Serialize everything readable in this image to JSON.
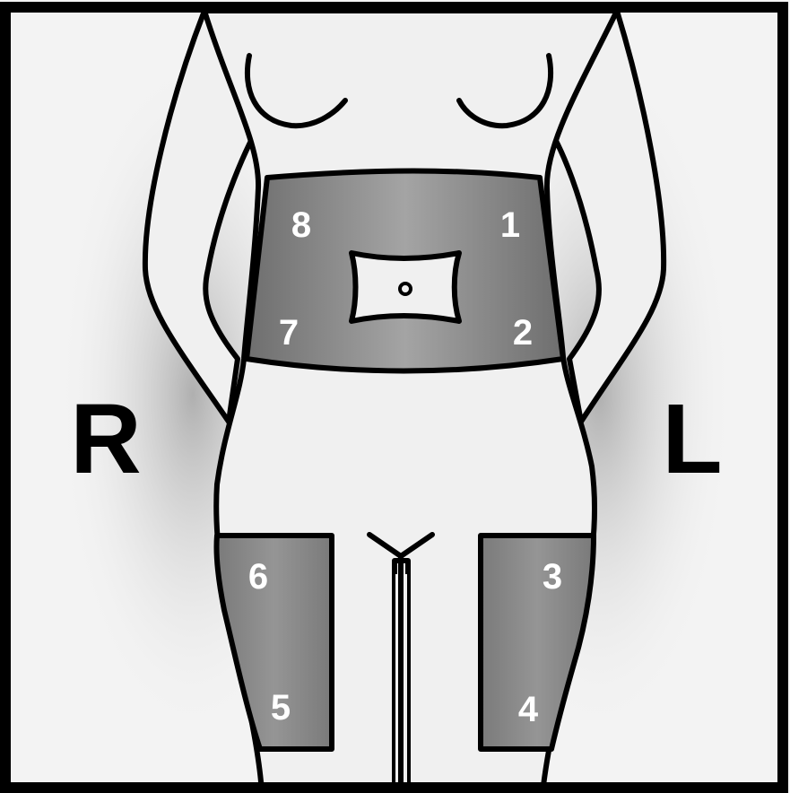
{
  "diagram": {
    "side_labels": {
      "right": "R",
      "left": "L"
    },
    "zones": [
      {
        "id": 1,
        "label": "1",
        "region": "abdomen"
      },
      {
        "id": 2,
        "label": "2",
        "region": "abdomen"
      },
      {
        "id": 3,
        "label": "3",
        "region": "thigh"
      },
      {
        "id": 4,
        "label": "4",
        "region": "thigh"
      },
      {
        "id": 5,
        "label": "5",
        "region": "thigh"
      },
      {
        "id": 6,
        "label": "6",
        "region": "thigh"
      },
      {
        "id": 7,
        "label": "7",
        "region": "abdomen"
      },
      {
        "id": 8,
        "label": "8",
        "region": "abdomen"
      }
    ],
    "colors": {
      "background": "#f3f3f3",
      "body": "#f0f0f0",
      "zone_fill": "#8a8a8a",
      "outline": "#000000",
      "shadow": "#b8b8b8"
    }
  }
}
